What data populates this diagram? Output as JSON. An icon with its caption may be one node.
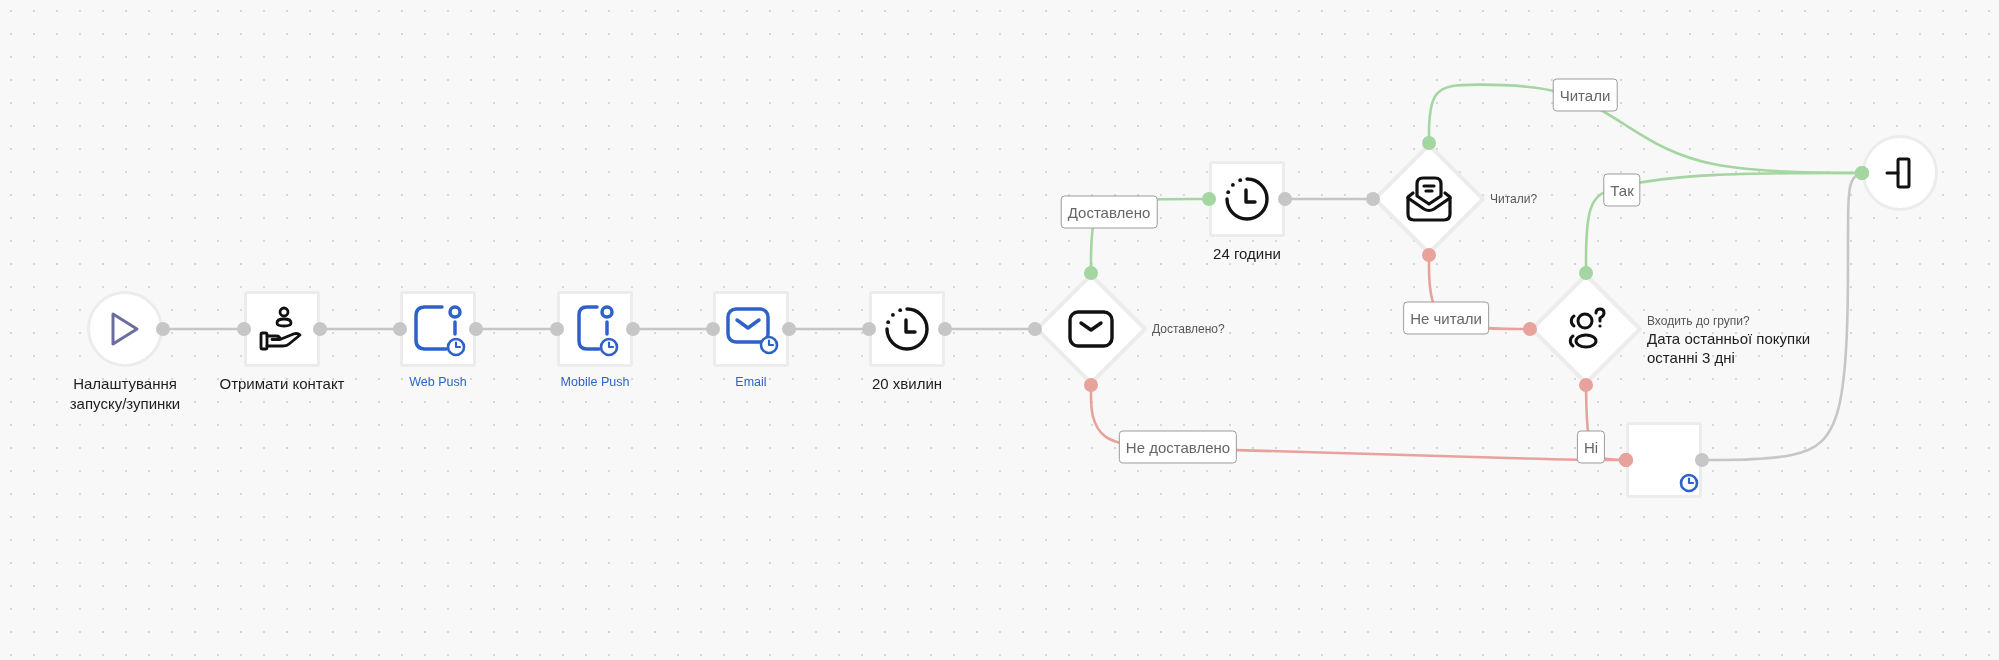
{
  "diagram": {
    "nodes": [
      {
        "text": [
          "Налаштування запуску/зупинки"
        ]
      },
      {
        "text": [
          "Отримати контакт"
        ]
      },
      {
        "text": [
          "Web Push"
        ]
      },
      {
        "text": [
          "Mobile Push"
        ]
      },
      {
        "text": [
          "Email"
        ]
      },
      {
        "text": [
          "20 хвилин"
        ]
      },
      {
        "text": [
          "Доставлено?"
        ]
      },
      {
        "text": [
          "24 години"
        ]
      },
      {
        "text": [
          "Читали?"
        ]
      },
      {
        "text": [
          "Входить до групи?",
          "Дата останньої покупки останні 3 дні"
        ]
      },
      {
        "text": [],
        "shape": "box"
      },
      {
        "text": [],
        "shape": "circle"
      }
    ],
    "edges": [
      {
        "from": 0,
        "to": 1,
        "arrow": "other"
      },
      {
        "from": 1,
        "to": 2,
        "arrow": "other"
      },
      {
        "from": 2,
        "to": 3,
        "arrow": "other"
      },
      {
        "from": 3,
        "to": 4,
        "arrow": "other"
      },
      {
        "from": 4,
        "to": 5,
        "arrow": "other"
      },
      {
        "from": 5,
        "to": 6,
        "arrow": "other"
      },
      {
        "from": 6,
        "to": 7,
        "arrow": "other",
        "label": "Доставлено",
        "color": "#a3d6a0"
      },
      {
        "from": 6,
        "to": 10,
        "arrow": "other",
        "label": "Не доставлено",
        "color": "#e8a29c"
      },
      {
        "from": 7,
        "to": 8,
        "arrow": "other"
      },
      {
        "from": 8,
        "to": 11,
        "arrow": "other",
        "label": "Читали",
        "color": "#a3d6a0"
      },
      {
        "from": 8,
        "to": 9,
        "arrow": "other",
        "label": "Не читали",
        "color": "#e8a29c"
      },
      {
        "from": 9,
        "to": 11,
        "arrow": "other",
        "label": "Так",
        "color": "#a3d6a0"
      },
      {
        "from": 9,
        "to": 10,
        "arrow": "other",
        "label": "Ні",
        "color": "#e8a29c"
      },
      {
        "from": 10,
        "to": 11,
        "arrow": "other"
      }
    ]
  }
}
